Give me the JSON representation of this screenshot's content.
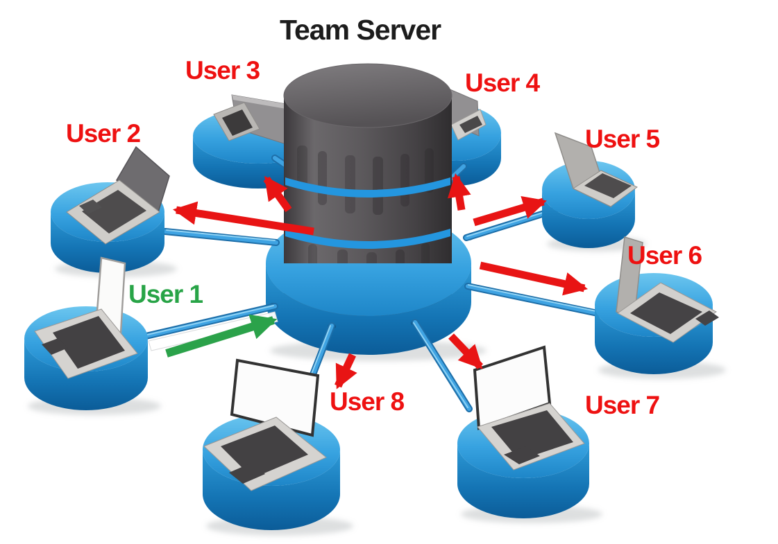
{
  "diagram_title": "Team Server",
  "users": [
    {
      "label": "User 1",
      "label_color": "green",
      "arrow": "into-server"
    },
    {
      "label": "User 2",
      "label_color": "red",
      "arrow": "out-of-server"
    },
    {
      "label": "User 3",
      "label_color": "red",
      "arrow": "out-of-server"
    },
    {
      "label": "User 4",
      "label_color": "red",
      "arrow": "out-of-server"
    },
    {
      "label": "User 5",
      "label_color": "red",
      "arrow": "out-of-server"
    },
    {
      "label": "User 6",
      "label_color": "red",
      "arrow": "out-of-server"
    },
    {
      "label": "User 7",
      "label_color": "red",
      "arrow": "out-of-server"
    },
    {
      "label": "User 8",
      "label_color": "red",
      "arrow": "out-of-server"
    }
  ],
  "colors": {
    "red_label": "#ee1111",
    "green_label": "#28a447",
    "title_black": "#1c1c1c",
    "platform_blue": "#2e96db",
    "server_gray": "#5a575a",
    "arrow_red": "#e81414",
    "arrow_green": "#2ba24a"
  }
}
